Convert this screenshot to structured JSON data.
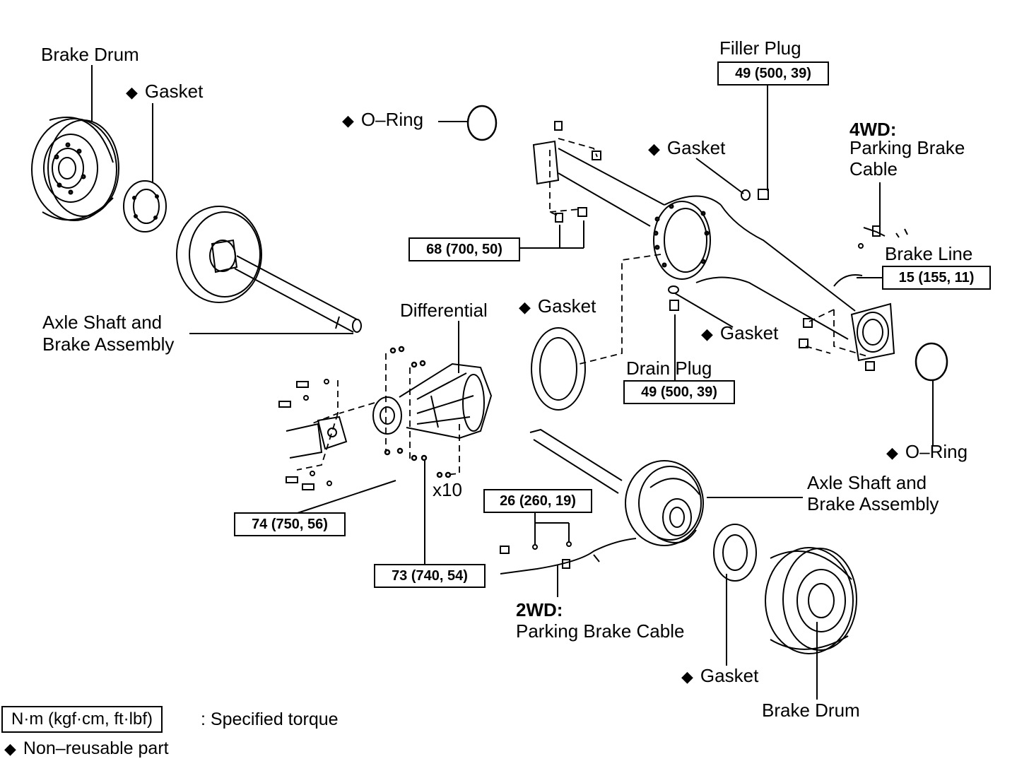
{
  "symbols": {
    "non_reusable_marker": "◆"
  },
  "labels": {
    "brake_drum_left": "Brake Drum",
    "gasket_left": "Gasket",
    "o_ring_top": "O–Ring",
    "filler_plug": "Filler Plug",
    "filler_plug_torque": "49 (500, 39)",
    "gasket_top": "Gasket",
    "fourwd_title": "4WD:",
    "fourwd_cable_line1": "Parking Brake",
    "fourwd_cable_line2": "Cable",
    "brake_line": "Brake Line",
    "brake_line_torque": "15 (155, 11)",
    "carrier_nut_torque": "68 (700, 50)",
    "axle_shaft_left_line1": "Axle Shaft and",
    "axle_shaft_left_line2": "Brake Assembly",
    "differential": "Differential",
    "gasket_mid": "Gasket",
    "gasket_right": "Gasket",
    "drain_plug": "Drain Plug",
    "drain_plug_torque": "49 (500, 39)",
    "o_ring_right": "O–Ring",
    "axle_shaft_right_line1": "Axle Shaft and",
    "axle_shaft_right_line2": "Brake Assembly",
    "backing_plate_torque": "26 (260, 19)",
    "x10": "x10",
    "flange_torque": "74 (750, 56)",
    "diff_nut_torque": "73 (740, 54)",
    "twowd_title": "2WD:",
    "twowd_cable": "Parking Brake Cable",
    "gasket_bottom": "Gasket",
    "brake_drum_right": "Brake Drum"
  },
  "legend": {
    "torque_unit": "N·m (kgf·cm, ft·lbf)",
    "torque_desc": ": Specified torque",
    "non_reusable": "Non–reusable part"
  }
}
